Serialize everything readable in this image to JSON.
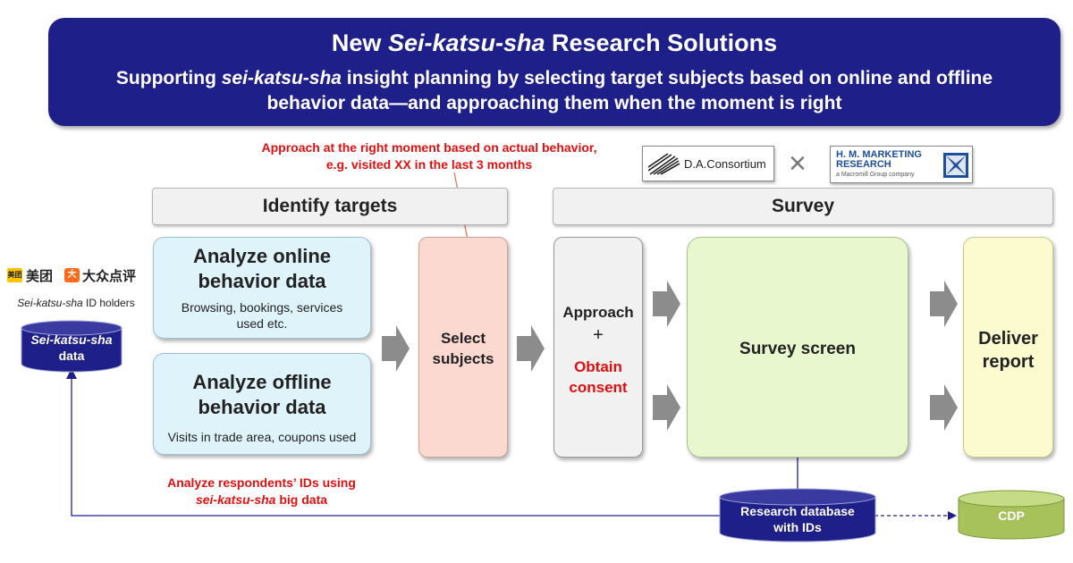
{
  "banner": {
    "title_prefix": "New ",
    "title_em": "Sei-katsu-sha",
    "title_suffix": " Research Solutions",
    "subtitle_prefix": "Supporting ",
    "subtitle_em": "sei-katsu-sha",
    "subtitle_suffix": " insight planning by selecting target subjects based on online and offline behavior data—and approaching them when the moment is right"
  },
  "notes": {
    "approach_line1": "Approach at the right moment based on actual behavior,",
    "approach_line2": "e.g. visited XX in the last 3 months",
    "analyze_line1": "Analyze respondents’ IDs using",
    "analyze_em": "sei-katsu-sha",
    "analyze_suffix": " big data"
  },
  "logos": {
    "dac_text": "D.A.Consortium",
    "times": "×",
    "hm_line1": "H. M. MARKETING",
    "hm_line2": "RESEARCH",
    "hm_line3": "a Macromill Group company"
  },
  "left": {
    "meituan": "美团",
    "meituan_badge": "美团",
    "dianping": "大众点评",
    "dianping_badge": "大",
    "holders_em": "Sei-katsu-sha",
    "holders_suffix": " ID holders",
    "db_line1": "Sei-katsu-sha",
    "db_line2": "data"
  },
  "identify": {
    "header": "Identify targets",
    "online_title_1": "Analyze online",
    "online_title_2": "behavior data",
    "online_sub_1": "Browsing, bookings, services",
    "online_sub_2": "used etc.",
    "offline_title_1": "Analyze offline",
    "offline_title_2": "behavior data",
    "offline_sub": "Visits in trade area, coupons used",
    "select_1": "Select",
    "select_2": "subjects"
  },
  "survey": {
    "header": "Survey",
    "approach": "Approach",
    "plus": "+",
    "obtain_1": "Obtain",
    "obtain_2": "consent",
    "screen": "Survey screen",
    "deliver_1": "Deliver",
    "deliver_2": "report"
  },
  "bottom": {
    "research_1": "Research database",
    "research_2": "with IDs",
    "cdp": "CDP"
  },
  "colors": {
    "navy": "#1f1f8a",
    "red": "#e01010",
    "arrow_grey": "#8c8c8c"
  }
}
